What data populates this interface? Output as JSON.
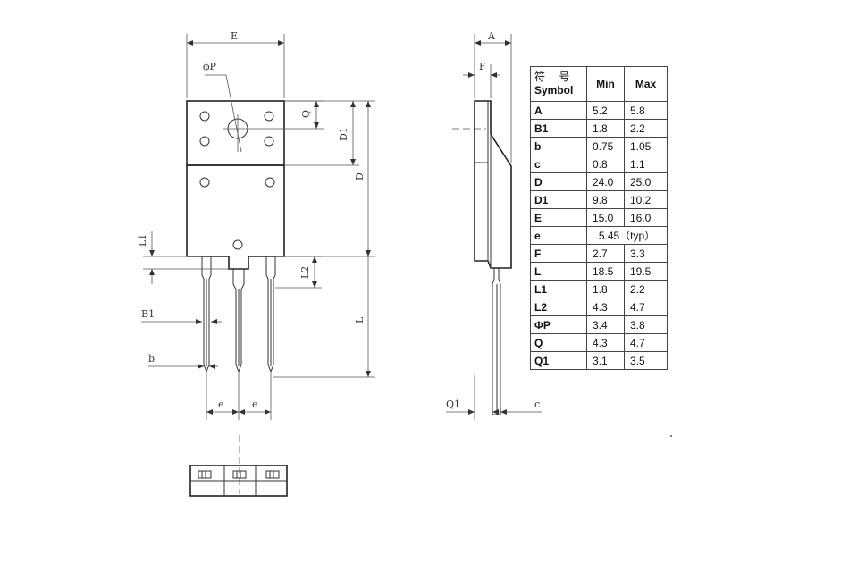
{
  "front_view": {
    "labels": {
      "E": "E",
      "phiP": "ϕP",
      "Q": "Q",
      "D1": "D1",
      "D": "D",
      "L1": "L1",
      "L2": "L2",
      "B1": "B1",
      "b": "b",
      "L": "L",
      "e": "e"
    }
  },
  "side_view": {
    "labels": {
      "A": "A",
      "F": "F",
      "Q1": "Q1",
      "c": "c"
    }
  },
  "dimension_table": {
    "header": {
      "symbol_cn": "符 号",
      "symbol_en": "Symbol",
      "min": "Min",
      "max": "Max"
    },
    "rows": [
      {
        "symbol": "A",
        "min": "5.2",
        "max": "5.8"
      },
      {
        "symbol": "B1",
        "min": "1.8",
        "max": "2.2"
      },
      {
        "symbol": "b",
        "min": "0.75",
        "max": "1.05"
      },
      {
        "symbol": "c",
        "min": "0.8",
        "max": "1.1"
      },
      {
        "symbol": "D",
        "min": "24.0",
        "max": "25.0"
      },
      {
        "symbol": "D1",
        "min": "9.8",
        "max": "10.2"
      },
      {
        "symbol": "E",
        "min": "15.0",
        "max": "16.0"
      },
      {
        "symbol": "e",
        "typ": "5.45（typ）"
      },
      {
        "symbol": "F",
        "min": "2.7",
        "max": "3.3"
      },
      {
        "symbol": "L",
        "min": "18.5",
        "max": "19.5"
      },
      {
        "symbol": "L1",
        "min": "1.8",
        "max": "2.2"
      },
      {
        "symbol": "L2",
        "min": "4.3",
        "max": "4.7"
      },
      {
        "symbol": "ΦP",
        "min": "3.4",
        "max": "3.8"
      },
      {
        "symbol": "Q",
        "min": "4.3",
        "max": "4.7"
      },
      {
        "symbol": "Q1",
        "min": "3.1",
        "max": "3.5"
      }
    ]
  }
}
